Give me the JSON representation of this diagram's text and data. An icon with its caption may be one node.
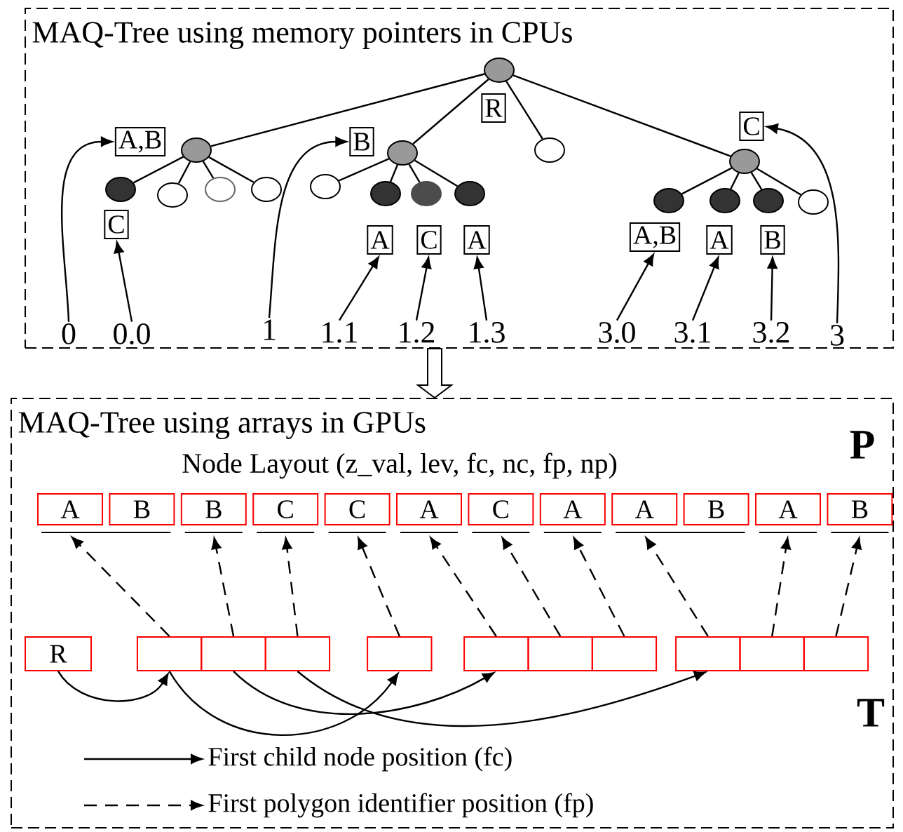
{
  "diagram": {
    "nodes": [
      {
        "text": [
          "MAQ-Tree using memory pointers in CPUs"
        ]
      },
      {
        "text": [],
        "shape": "circle",
        "in": 0
      },
      {
        "text": [],
        "shape": "circle",
        "in": 0
      },
      {
        "text": [],
        "shape": "circle",
        "in": 0
      },
      {
        "text": [],
        "shape": "circle",
        "in": 0
      },
      {
        "text": [],
        "shape": "circle",
        "in": 0
      },
      {
        "text": [],
        "shape": "circle",
        "in": 0
      },
      {
        "text": [],
        "shape": "circle",
        "in": 0
      },
      {
        "text": [],
        "shape": "circle",
        "in": 0
      },
      {
        "text": [],
        "shape": "circle",
        "in": 0
      },
      {
        "text": [],
        "shape": "circle",
        "in": 0
      },
      {
        "text": [],
        "shape": "circle",
        "in": 0
      },
      {
        "text": [],
        "shape": "circle",
        "in": 0
      },
      {
        "text": [],
        "shape": "circle",
        "in": 0
      },
      {
        "text": [],
        "shape": "circle",
        "in": 0
      },
      {
        "text": [],
        "shape": "circle",
        "in": 0
      },
      {
        "text": [],
        "shape": "circle",
        "in": 0
      },
      {
        "text": [],
        "shape": "circle",
        "in": 0
      },
      {
        "text": [
          "R"
        ],
        "in": 0
      },
      {
        "text": [
          "A,B"
        ],
        "in": 0
      },
      {
        "text": [
          "B"
        ],
        "in": 0
      },
      {
        "text": [
          "C"
        ],
        "in": 0
      },
      {
        "text": [
          "C"
        ],
        "in": 0
      },
      {
        "text": [
          "A"
        ],
        "in": 0
      },
      {
        "text": [
          "C"
        ],
        "in": 0
      },
      {
        "text": [
          "A"
        ],
        "in": 0
      },
      {
        "text": [
          "A,B"
        ],
        "in": 0
      },
      {
        "text": [
          "A"
        ],
        "in": 0
      },
      {
        "text": [
          "B"
        ],
        "in": 0
      },
      {
        "text": [
          "0"
        ],
        "in": 0
      },
      {
        "text": [
          "0.0"
        ],
        "in": 0
      },
      {
        "text": [
          "1"
        ],
        "in": 0
      },
      {
        "text": [
          "1.1"
        ],
        "in": 0
      },
      {
        "text": [
          "1.2"
        ],
        "in": 0
      },
      {
        "text": [
          "1.3"
        ],
        "in": 0
      },
      {
        "text": [
          "3.0"
        ],
        "in": 0
      },
      {
        "text": [
          "3.1"
        ],
        "in": 0
      },
      {
        "text": [
          "3.2"
        ],
        "in": 0
      },
      {
        "text": [
          "3"
        ],
        "in": 0
      },
      {
        "text": [
          "MAQ-Tree using arrays in GPUs"
        ]
      },
      {
        "text": [
          "A"
        ],
        "in": 39
      },
      {
        "text": [
          "B"
        ],
        "in": 39
      },
      {
        "text": [
          "B"
        ],
        "in": 39
      },
      {
        "text": [
          "C"
        ],
        "in": 39
      },
      {
        "text": [
          "C"
        ],
        "in": 39
      },
      {
        "text": [
          "A"
        ],
        "in": 39
      },
      {
        "text": [
          "C"
        ],
        "in": 39
      },
      {
        "text": [
          "A"
        ],
        "in": 39
      },
      {
        "text": [
          "A"
        ],
        "in": 39
      },
      {
        "text": [
          "B"
        ],
        "in": 39
      },
      {
        "text": [
          "A"
        ],
        "in": 39
      },
      {
        "text": [
          "B"
        ],
        "in": 39
      },
      {
        "text": [
          "R"
        ],
        "in": 39
      },
      {
        "text": [],
        "shape": "box",
        "in": 39
      },
      {
        "text": [],
        "shape": "box",
        "in": 39
      },
      {
        "text": [],
        "shape": "box",
        "in": 39
      },
      {
        "text": [],
        "shape": "box",
        "in": 39
      },
      {
        "text": [],
        "shape": "box",
        "in": 39
      },
      {
        "text": [],
        "shape": "box",
        "in": 39
      },
      {
        "text": [],
        "shape": "box",
        "in": 39
      },
      {
        "text": [],
        "shape": "box",
        "in": 39
      },
      {
        "text": [],
        "shape": "box",
        "in": 39
      },
      {
        "text": [],
        "shape": "box",
        "in": 39
      }
    ],
    "edges": [
      {
        "from": 1,
        "to": 2,
        "arrow": "none"
      },
      {
        "from": 1,
        "to": 3,
        "arrow": "none"
      },
      {
        "from": 1,
        "to": 4,
        "arrow": "none"
      },
      {
        "from": 1,
        "to": 5,
        "arrow": "none"
      },
      {
        "from": 2,
        "to": 6,
        "arrow": "none"
      },
      {
        "from": 2,
        "to": 7,
        "arrow": "none"
      },
      {
        "from": 2,
        "to": 8,
        "arrow": "none"
      },
      {
        "from": 2,
        "to": 9,
        "arrow": "none"
      },
      {
        "from": 3,
        "to": 10,
        "arrow": "none"
      },
      {
        "from": 3,
        "to": 11,
        "arrow": "none"
      },
      {
        "from": 3,
        "to": 12,
        "arrow": "none"
      },
      {
        "from": 3,
        "to": 13,
        "arrow": "none"
      },
      {
        "from": 5,
        "to": 14,
        "arrow": "none"
      },
      {
        "from": 5,
        "to": 15,
        "arrow": "none"
      },
      {
        "from": 5,
        "to": 16,
        "arrow": "none"
      },
      {
        "from": 5,
        "to": 17,
        "arrow": "none"
      },
      {
        "from": 29,
        "to": 19,
        "arrow": "to"
      },
      {
        "from": 30,
        "to": 22,
        "arrow": "to"
      },
      {
        "from": 31,
        "to": 20,
        "arrow": "to"
      },
      {
        "from": 32,
        "to": 23,
        "arrow": "to"
      },
      {
        "from": 33,
        "to": 24,
        "arrow": "to"
      },
      {
        "from": 34,
        "to": 25,
        "arrow": "to"
      },
      {
        "from": 35,
        "to": 26,
        "arrow": "to"
      },
      {
        "from": 36,
        "to": 27,
        "arrow": "to"
      },
      {
        "from": 37,
        "to": 28,
        "arrow": "to"
      },
      {
        "from": 38,
        "to": 21,
        "arrow": "to"
      },
      {
        "from": 0,
        "to": 39,
        "arrow": "to",
        "style": "thick"
      },
      {
        "from": 52,
        "to": 53,
        "arrow": "to"
      },
      {
        "from": 53,
        "to": 56,
        "arrow": "to"
      },
      {
        "from": 54,
        "to": 57,
        "arrow": "to"
      },
      {
        "from": 55,
        "to": 60,
        "arrow": "to"
      },
      {
        "from": 53,
        "to": 40,
        "arrow": "to",
        "style": "dashed"
      },
      {
        "from": 54,
        "to": 42,
        "arrow": "to",
        "style": "dashed"
      },
      {
        "from": 55,
        "to": 43,
        "arrow": "to",
        "style": "dashed"
      },
      {
        "from": 56,
        "to": 44,
        "arrow": "to",
        "style": "dashed"
      },
      {
        "from": 57,
        "to": 45,
        "arrow": "to",
        "style": "dashed"
      },
      {
        "from": 58,
        "to": 46,
        "arrow": "to",
        "style": "dashed"
      },
      {
        "from": 59,
        "to": 47,
        "arrow": "to",
        "style": "dashed"
      },
      {
        "from": 60,
        "to": 48,
        "arrow": "to",
        "style": "dashed"
      },
      {
        "from": 61,
        "to": 50,
        "arrow": "to",
        "style": "dashed"
      },
      {
        "from": 62,
        "to": 51,
        "arrow": "to",
        "style": "dashed"
      }
    ],
    "labels": [
      "Node Layout (z_val, lev, fc, nc, fp, np)",
      "P",
      "T"
    ],
    "legend": [
      {
        "text": "First child node position (fc)"
      },
      {
        "text": "First polygon identifier position (fp)"
      }
    ]
  }
}
